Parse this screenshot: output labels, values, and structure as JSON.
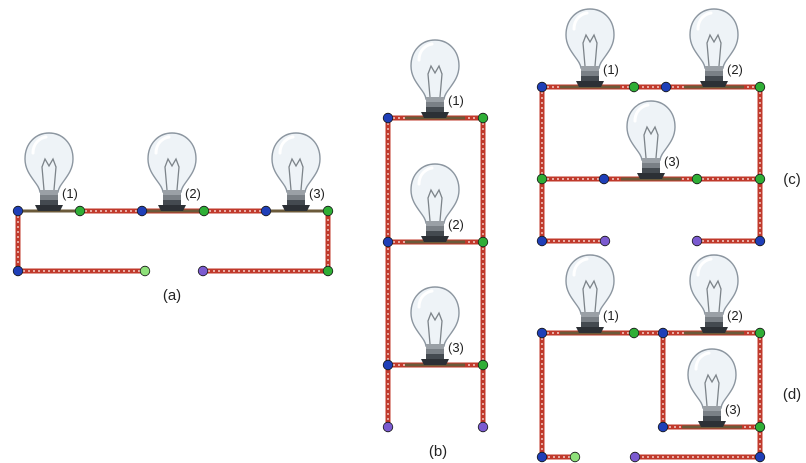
{
  "colors": {
    "wire": "#c0392b",
    "wire_dash": "#f3d2cc",
    "node_blue": "#1f3fb8",
    "node_green": "#2fae36",
    "node_green_light": "#8ee07a",
    "node_purple": "#7b5bd0",
    "bulb_glass": "#eef3f7",
    "bulb_base": "#444a50"
  },
  "circuits": [
    {
      "id": "a",
      "caption": "(a)",
      "bulbs": [
        {
          "label": "(1)"
        },
        {
          "label": "(2)"
        },
        {
          "label": "(3)"
        }
      ]
    },
    {
      "id": "b",
      "caption": "(b)",
      "bulbs": [
        {
          "label": "(1)"
        },
        {
          "label": "(2)"
        },
        {
          "label": "(3)"
        }
      ]
    },
    {
      "id": "c",
      "caption": "(c)",
      "bulbs": [
        {
          "label": "(1)"
        },
        {
          "label": "(2)"
        },
        {
          "label": "(3)"
        }
      ]
    },
    {
      "id": "d",
      "caption": "(d)",
      "bulbs": [
        {
          "label": "(1)"
        },
        {
          "label": "(2)"
        },
        {
          "label": "(3)"
        }
      ]
    }
  ]
}
